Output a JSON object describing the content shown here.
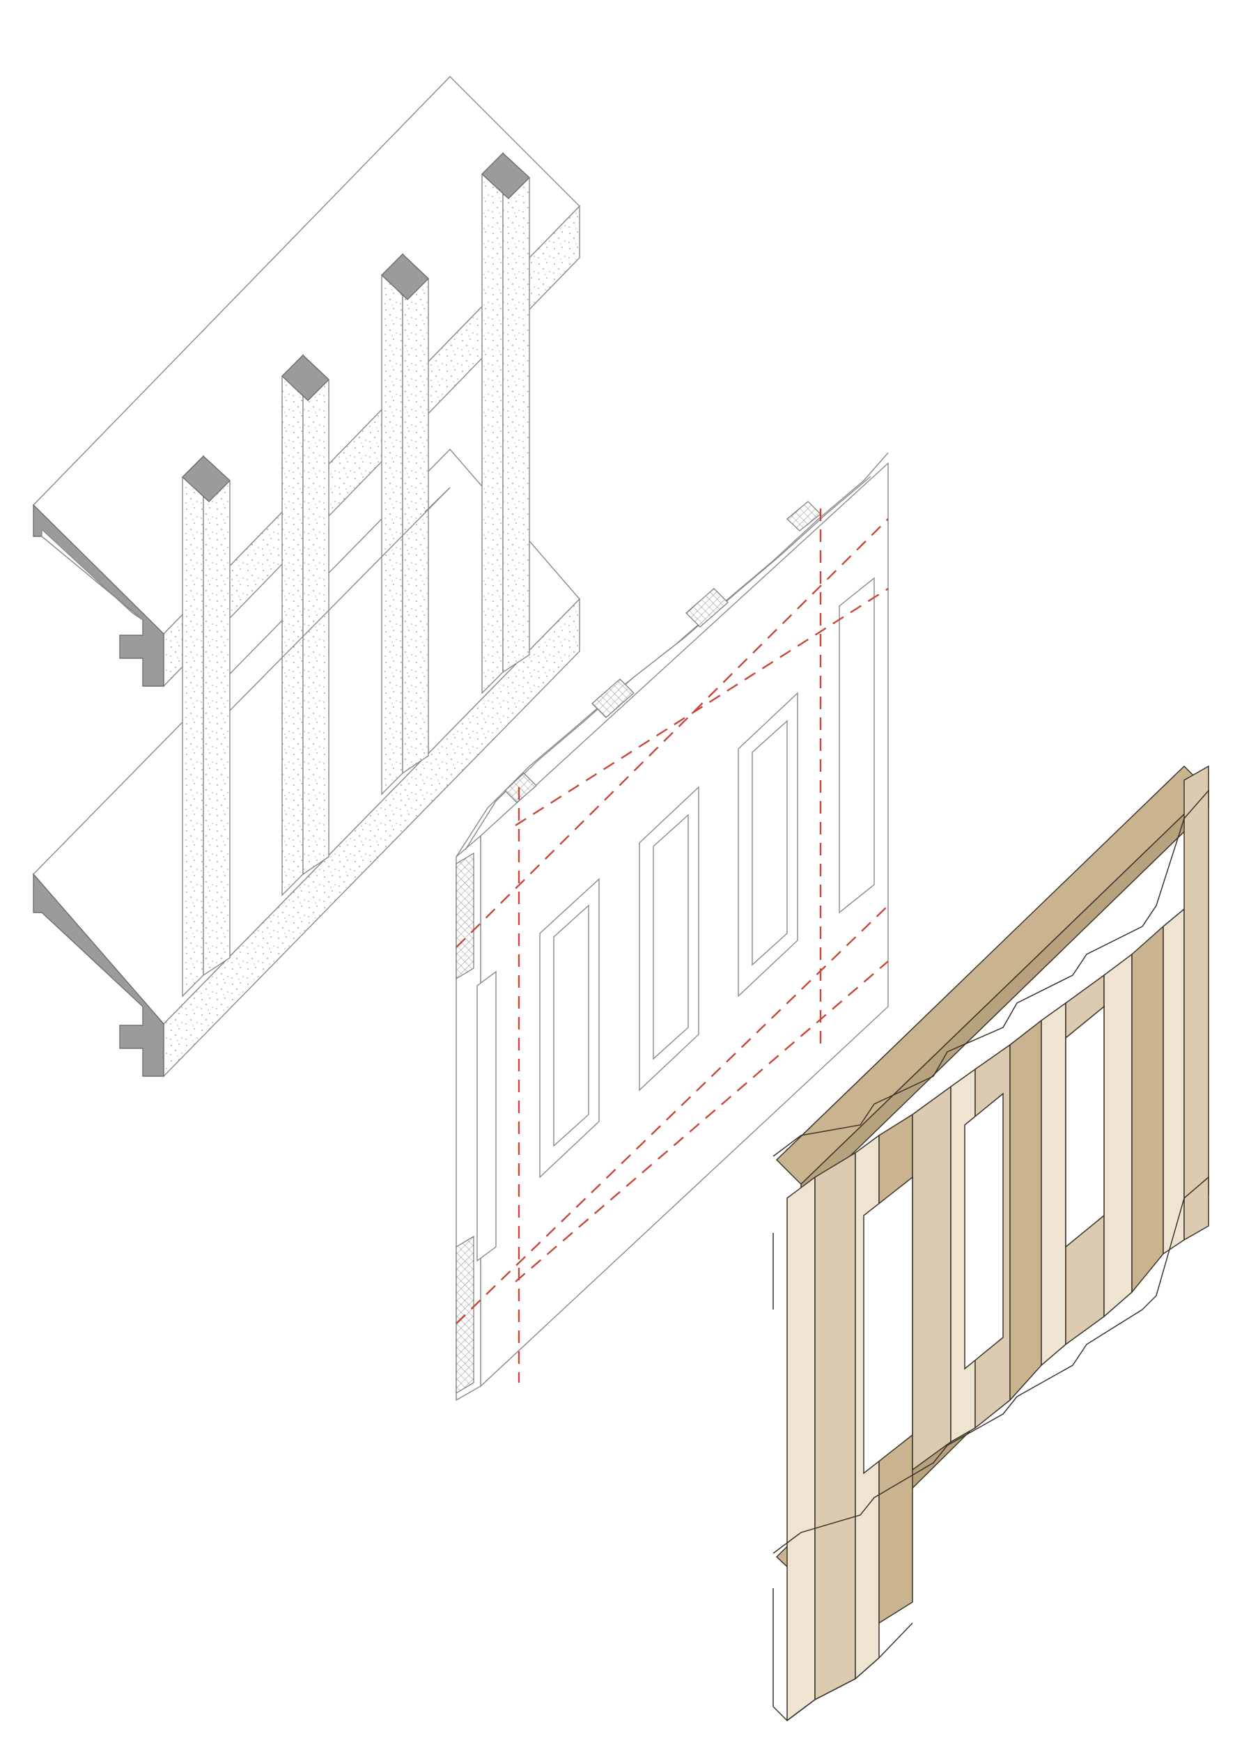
{
  "diagram": {
    "kind": "exploded-axonometric",
    "layers": [
      {
        "id": "concrete-structure",
        "description_name": "concrete-frame-layer"
      },
      {
        "id": "panel-outline",
        "description_name": "panel-outline-layer"
      },
      {
        "id": "timber-cladding",
        "description_name": "timber-cladding-layer"
      }
    ],
    "colors": {
      "line": "#8a8a8a",
      "cut_fill": "#9b9b9b",
      "dashed_marker": "#c8473a",
      "wood_light": "#efe4d2",
      "wood_mid": "#dccbb0",
      "wood_dark": "#c9b48f",
      "wood_shadow": "#b8a27e"
    }
  }
}
